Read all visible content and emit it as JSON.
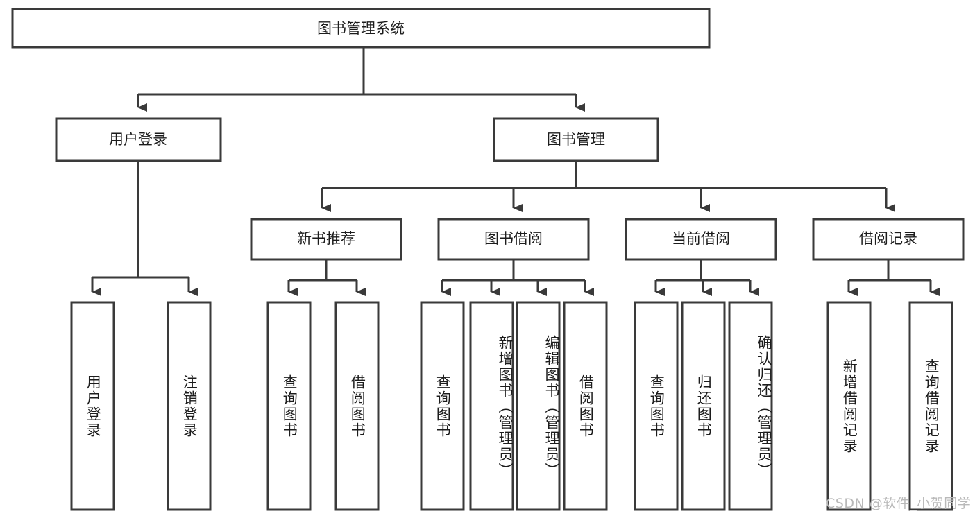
{
  "diagram": {
    "type": "hierarchy-tree",
    "title": "图书管理系统",
    "root": {
      "id": "root",
      "label": "图书管理系统",
      "orientation": "horizontal"
    },
    "level2": [
      {
        "id": "user-login",
        "label": "用户登录"
      },
      {
        "id": "book-manage",
        "label": "图书管理"
      }
    ],
    "level3": [
      {
        "id": "new-book-recommend",
        "label": "新书推荐",
        "parent": "book-manage"
      },
      {
        "id": "book-borrow",
        "label": "图书借阅",
        "parent": "book-manage"
      },
      {
        "id": "current-borrow",
        "label": "当前借阅",
        "parent": "book-manage"
      },
      {
        "id": "borrow-record",
        "label": "借阅记录",
        "parent": "book-manage"
      }
    ],
    "leaves": [
      {
        "id": "leaf-user-login",
        "label": "用户登录",
        "parent": "user-login"
      },
      {
        "id": "leaf-logout-login",
        "label": "注销登录",
        "parent": "user-login"
      },
      {
        "id": "leaf-query-book-1",
        "label": "查询图书",
        "parent": "new-book-recommend"
      },
      {
        "id": "leaf-borrow-book-1",
        "label": "借阅图书",
        "parent": "new-book-recommend"
      },
      {
        "id": "leaf-query-book-2",
        "label": "查询图书",
        "parent": "book-borrow"
      },
      {
        "id": "leaf-add-book",
        "label": "新增图书（管理员）",
        "parent": "book-borrow"
      },
      {
        "id": "leaf-edit-book",
        "label": "编辑图书（管理员）",
        "parent": "book-borrow"
      },
      {
        "id": "leaf-borrow-book-2",
        "label": "借阅图书",
        "parent": "book-borrow"
      },
      {
        "id": "leaf-query-book-3",
        "label": "查询图书",
        "parent": "current-borrow"
      },
      {
        "id": "leaf-return-book",
        "label": "归还图书",
        "parent": "current-borrow"
      },
      {
        "id": "leaf-confirm-return",
        "label": "确认归还（管理员）",
        "parent": "current-borrow"
      },
      {
        "id": "leaf-add-record",
        "label": "新增借阅记录",
        "parent": "borrow-record"
      },
      {
        "id": "leaf-query-record",
        "label": "查询借阅记录",
        "parent": "borrow-record"
      }
    ],
    "colors": {
      "stroke": "#3a3a3a",
      "fill": "#ffffff",
      "text": "#1c1c1c",
      "watermark": "#b9b9b9"
    }
  },
  "watermark": {
    "text": "CSDN @软件_小贺同学"
  }
}
